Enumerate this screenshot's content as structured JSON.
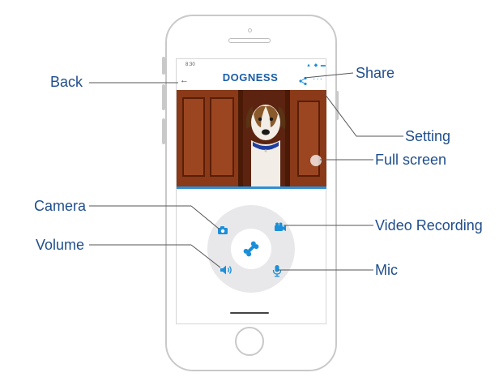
{
  "status_bar": {
    "time": "8:30",
    "icons": "▲ ◆ ▬"
  },
  "app": {
    "title": "DOGNESS",
    "back_glyph": "←",
    "more_glyph": "···"
  },
  "callouts": {
    "back": "Back",
    "share": "Share",
    "setting": "Setting",
    "full_screen": "Full screen",
    "camera": "Camera",
    "video_recording": "Video Recording",
    "volume": "Volume",
    "mic": "Mic"
  },
  "colors": {
    "brand": "#1a5fa8",
    "accent": "#1c8fd8",
    "label": "#1f4e8c",
    "ring": "#e8e8ea"
  }
}
